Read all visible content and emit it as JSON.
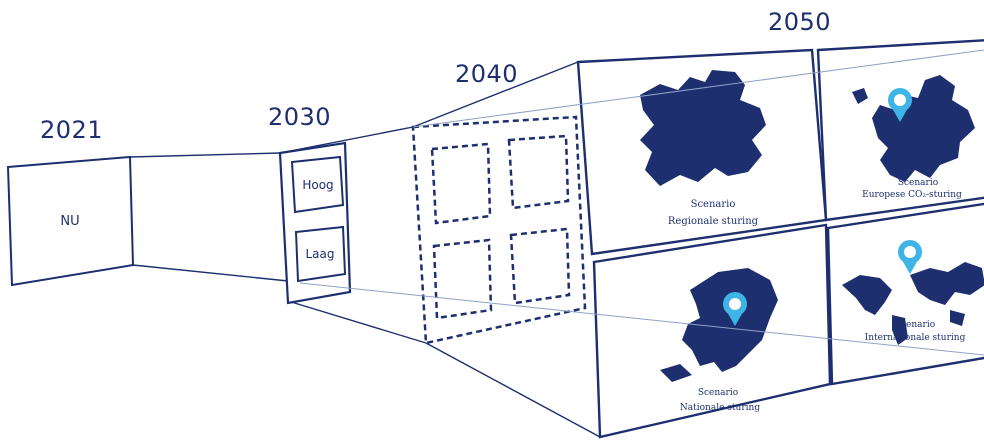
{
  "years": {
    "y2021": "2021",
    "y2030": "2030",
    "y2040": "2040",
    "y2050": "2050"
  },
  "now_label": "NU",
  "stage_2030": {
    "high": "Hoog",
    "low": "Laag"
  },
  "scenarios": {
    "regional": {
      "line1": "Scenario",
      "line2": "Regionale sturing"
    },
    "european": {
      "line1": "Scenario",
      "line2": "Europese CO₂-sturing"
    },
    "national": {
      "line1": "Scenario",
      "line2": "Nationale sturing"
    },
    "international": {
      "line1": "Scenario",
      "line2": "Internationale sturing"
    }
  },
  "colors": {
    "navy": "#1d2f6f",
    "pin": "#3fb4e6",
    "line": "#1d2f6f",
    "cross": "#8fa0c8"
  }
}
